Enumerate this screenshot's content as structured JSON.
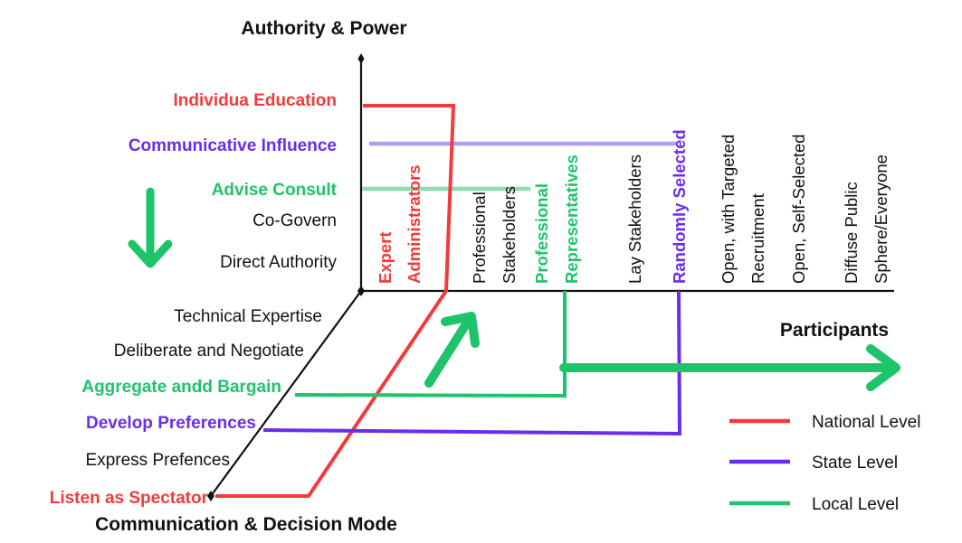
{
  "colors": {
    "national": "#f23b3b",
    "state": "#6a2df0",
    "local": "#1ec46a",
    "state_light": "#b39cf5",
    "local_light": "#8fdcb0",
    "axis": "#111111",
    "text": "#111111"
  },
  "axes": {
    "vertical": "Authority & Power",
    "depth": "Communication & Decision Mode",
    "horizontal": "Participants"
  },
  "authority_levels": [
    {
      "label": "Individua Education",
      "color": "national",
      "bold": true
    },
    {
      "label": "Communicative Influence",
      "color": "state",
      "bold": true
    },
    {
      "label": "Advise Consult",
      "color": "local",
      "bold": true
    },
    {
      "label": "Co-Govern",
      "color": "text",
      "bold": false
    },
    {
      "label": "Direct Authority",
      "color": "text",
      "bold": false
    }
  ],
  "communication_modes": [
    {
      "label": "Technical Expertise",
      "color": "text",
      "bold": false
    },
    {
      "label": "Deliberate and Negotiate",
      "color": "text",
      "bold": false
    },
    {
      "label": "Aggregate andd Bargain",
      "color": "local",
      "bold": true
    },
    {
      "label": "Develop Preferences",
      "color": "state",
      "bold": true
    },
    {
      "label": "Express Prefences",
      "color": "text",
      "bold": false
    },
    {
      "label": "Listen as Spectator",
      "color": "national",
      "bold": true
    }
  ],
  "participants": [
    {
      "lines": [
        "Expert",
        "Administrators"
      ],
      "color": "national",
      "bold": true
    },
    {
      "lines": [
        "Professional",
        "Stakeholders"
      ],
      "color": "text",
      "bold": false
    },
    {
      "lines": [
        "Professional",
        "Representatives"
      ],
      "color": "local",
      "bold": true
    },
    {
      "lines": [
        "Lay Stakeholders"
      ],
      "color": "text",
      "bold": false
    },
    {
      "lines": [
        "Randomly Selected"
      ],
      "color": "state",
      "bold": true
    },
    {
      "lines": [
        "Open, with Targeted",
        "Recruitment"
      ],
      "color": "text",
      "bold": false
    },
    {
      "lines": [
        "Open, Self-Selected"
      ],
      "color": "text",
      "bold": false
    },
    {
      "lines": [
        "Diffuse Public",
        "Sphere/Everyone"
      ],
      "color": "text",
      "bold": false
    }
  ],
  "legend": [
    {
      "label": "National Level",
      "color": "national"
    },
    {
      "label": "State Level",
      "color": "state"
    },
    {
      "label": "Local Level",
      "color": "local"
    }
  ],
  "icons": {
    "down_arrow": "down-arrow-icon",
    "up_right_arrow": "up-right-arrow-icon",
    "right_arrow": "right-arrow-icon"
  }
}
